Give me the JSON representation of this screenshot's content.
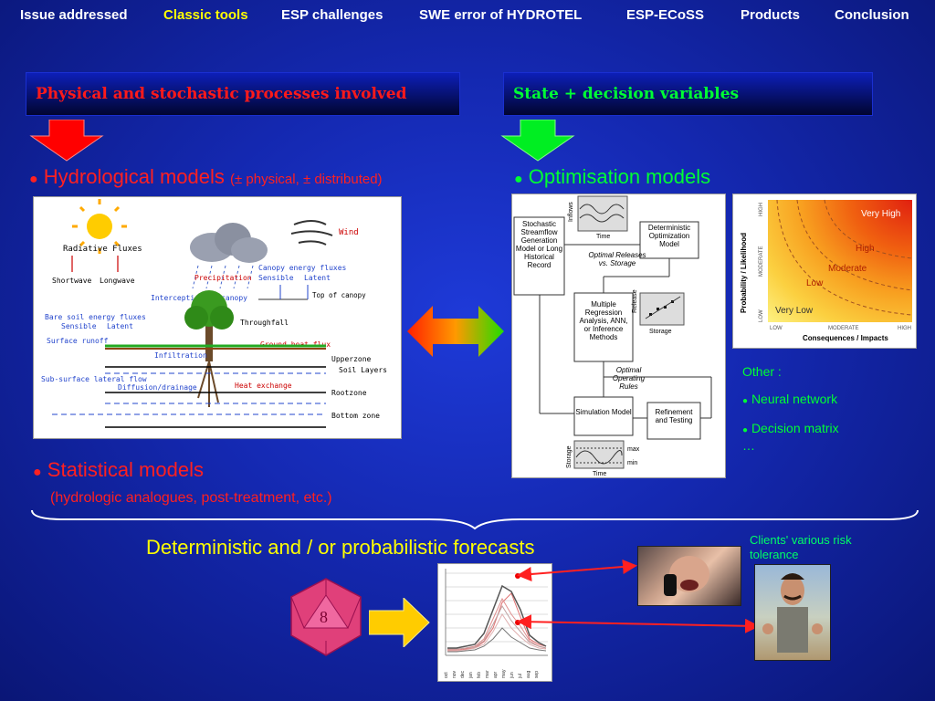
{
  "nav": {
    "items": [
      "Issue addressed",
      "Classic tools",
      "ESP challenges",
      "SWE error of HYDROTEL",
      "ESP-ECoSS",
      "Products",
      "Conclusion"
    ],
    "active": "Classic tools"
  },
  "left_header": "Physical and stochastic processes involved",
  "right_header": "State + decision variables",
  "hydro_title": "Hydrological models",
  "hydro_sub": "(± physical, ± distributed)",
  "opt_title": "Optimisation models",
  "stat_title": "Statistical models",
  "stat_sub": "(hydrologic analogues, post-treatment, etc.)",
  "other_label": "Other :",
  "other_items": [
    "Neural network",
    "Decision matrix"
  ],
  "other_more": "…",
  "forecast_title": "Deterministic and / or probabilistic forecasts",
  "clients_note": "Clients' various risk tolerance",
  "hydro_diagram": {
    "radiative": "Radiative Fluxes",
    "shortwave": "Shortwave",
    "longwave": "Longwave",
    "precipitation": "Precipitation",
    "wind": "Wind",
    "canopy_energy": "Canopy energy fluxes",
    "sensible": "Sensible",
    "latent": "Latent",
    "top_canopy": "Top of canopy",
    "interception": "Interception by canopy",
    "throughfall": "Throughfall",
    "bare_soil": "Bare soil energy fluxes",
    "ground_heat": "Ground heat flux",
    "surface_runoff": "Surface runoff",
    "infiltration": "Infiltration",
    "upperzone": "Upperzone",
    "soil_layers": "Soil Layers",
    "subsurface": "Sub-surface lateral flow",
    "diffusion": "Diffusion/drainage",
    "heat_exchange": "Heat exchange",
    "rootzone": "Rootzone",
    "bottomzone": "Bottom zone"
  },
  "flow_diagram": {
    "inflows": "Inflows",
    "time": "Time",
    "stochastic": "Stochastic Streamflow Generation Model or Long Historical Record",
    "deterministic": "Deterministic Optimization Model",
    "optimal_releases": "Optimal Releases vs. Storage",
    "release": "Release",
    "storage": "Storage",
    "regression": "Multiple Regression Analysis, ANN, or Inference Methods",
    "operating_rules": "Optimal Operating Rules",
    "simulation": "Simulation Model",
    "refinement": "Refinement and Testing",
    "max": "max",
    "min": "min"
  },
  "risk_matrix": {
    "ylabel": "Probability / Likelihood",
    "xlabel": "Consequences / Impacts",
    "yticks": [
      "LOW",
      "MODERATE",
      "HIGH"
    ],
    "xticks": [
      "LOW",
      "MODERATE",
      "HIGH"
    ],
    "zones": [
      "Very High",
      "High",
      "Moderate",
      "Low",
      "Very Low"
    ]
  },
  "forecast_chart": {
    "xticks": [
      "oct",
      "nov",
      "dec",
      "jan",
      "feb",
      "mar",
      "apr",
      "may",
      "jun",
      "jul",
      "aug",
      "sep"
    ]
  },
  "dice_number": "8"
}
